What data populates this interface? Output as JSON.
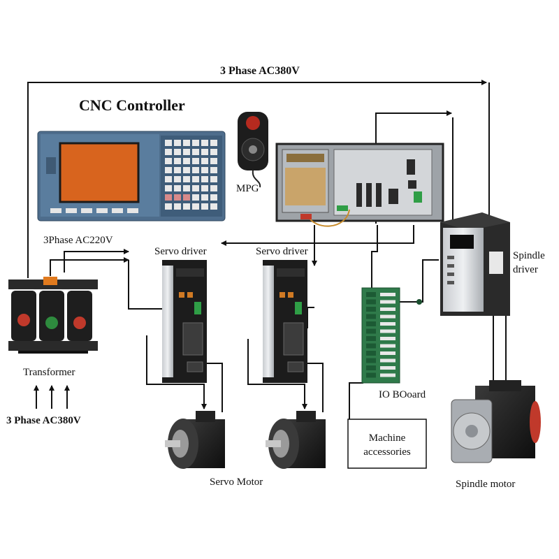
{
  "labels": {
    "top_supply": "3 Phase AC380V",
    "cnc_controller": "CNC Controller",
    "mpg": "MPG",
    "ac220": "3Phase AC220V",
    "servo_driver_1": "Servo driver",
    "servo_driver_2": "Servo driver",
    "spindle_driver": "Spindle\ndriver",
    "transformer": "Transformer",
    "bottom_supply": "3 Phase AC380V",
    "io_board": "IO BOoard",
    "machine_accessories": "Machine\naccessories",
    "servo_motor": "Servo Motor",
    "spindle_motor": "Spindle motor"
  },
  "colors": {
    "wire": "#111111",
    "panel_blue": "#4e6d8c",
    "screen": "#d8641e",
    "driver_body": "#1c1c1c",
    "pcb_green": "#2f7a4a",
    "transformer_red": "#c0392b",
    "transformer_green": "#2e8b3e",
    "mpg_red": "#b52a1f"
  }
}
